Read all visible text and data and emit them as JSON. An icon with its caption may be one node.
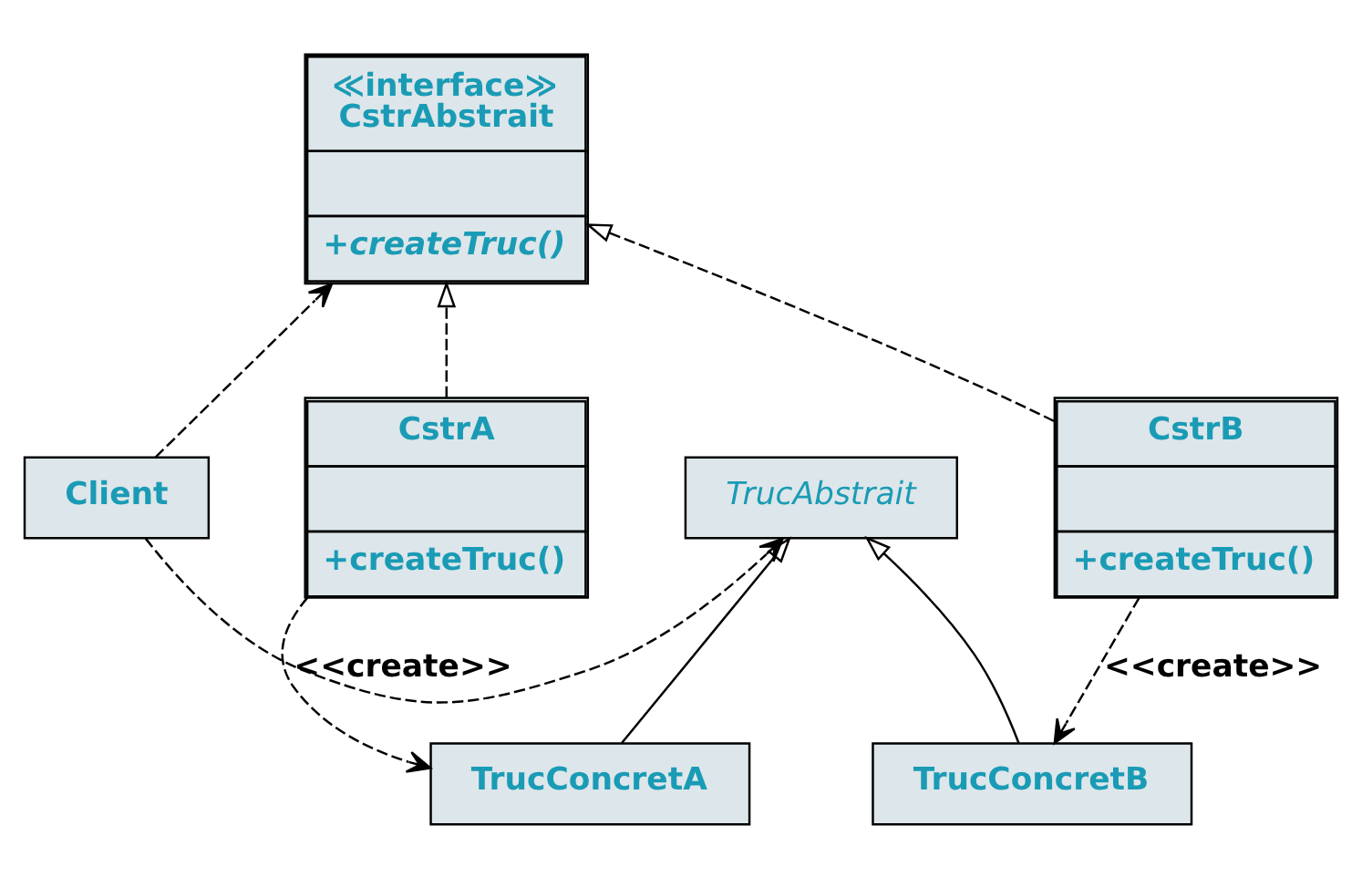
{
  "diagram": {
    "nodes": [
      {
        "text": [
          "≪interface≫",
          "CstrAbstrait",
          "+createTruc()"
        ]
      },
      {
        "text": [
          "Client"
        ]
      },
      {
        "text": [
          "TrucAbstrait"
        ]
      },
      {
        "text": [
          "CstrA",
          "+createTruc()"
        ]
      },
      {
        "text": [
          "CstrB",
          "+createTruc()"
        ]
      },
      {
        "text": [
          "TrucConcretA"
        ]
      },
      {
        "text": [
          "TrucConcretB"
        ]
      }
    ],
    "edges": [
      {
        "from": 1,
        "to": 0,
        "arrow": "to",
        "style": "dashed"
      },
      {
        "from": 4,
        "to": 0,
        "arrow": "to",
        "style": "dashed"
      },
      {
        "from": 3,
        "to": 0,
        "arrow": "to",
        "style": "dashed"
      },
      {
        "from": 1,
        "to": 2,
        "arrow": "to",
        "style": "dashed"
      },
      {
        "from": 5,
        "to": 2,
        "arrow": "to"
      },
      {
        "from": 6,
        "to": 2,
        "arrow": "to"
      },
      {
        "from": 3,
        "to": 5,
        "arrow": "to",
        "style": "dashed",
        "label": "<<create>>"
      },
      {
        "from": 4,
        "to": 6,
        "arrow": "to",
        "style": "dashed",
        "label": "<<create>>"
      }
    ]
  }
}
